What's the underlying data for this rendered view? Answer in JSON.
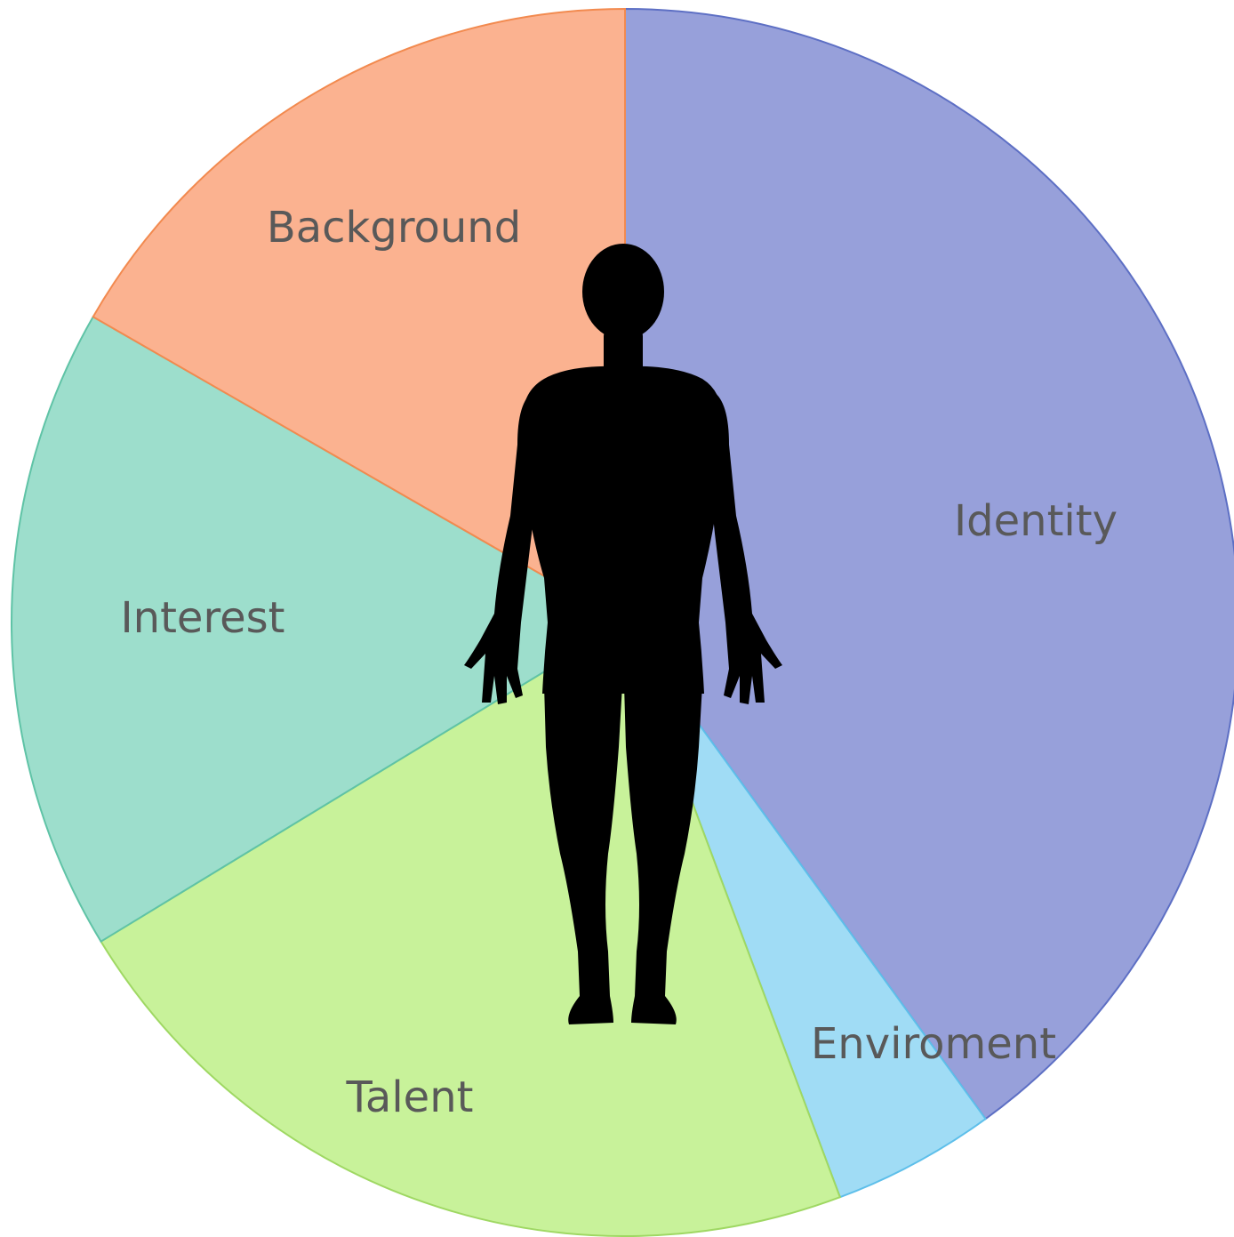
{
  "chart_data": {
    "type": "pie",
    "title": "",
    "slices": [
      {
        "label": "Identity",
        "value": 40.0,
        "color": "#97a0da",
        "stroke": "#5d6fc4"
      },
      {
        "label": "Enviroment",
        "value": 4.3,
        "color": "#a0dcf5",
        "stroke": "#5ebfea"
      },
      {
        "label": "Talent",
        "value": 22.0,
        "color": "#c8f29a",
        "stroke": "#9fd863"
      },
      {
        "label": "Interest",
        "value": 17.0,
        "color": "#9ddecc",
        "stroke": "#5fc3a6"
      },
      {
        "label": "Background",
        "value": 16.7,
        "color": "#fbb290",
        "stroke": "#f28a4f"
      }
    ],
    "start_angle": "12 o'clock",
    "direction": "clockwise",
    "legend": "none",
    "center_graphic": "human-silhouette"
  }
}
